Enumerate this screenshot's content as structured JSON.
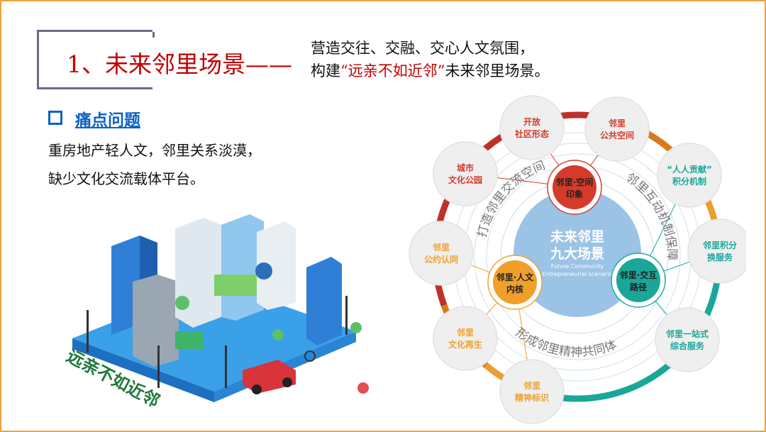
{
  "title": {
    "number": "1、",
    "text": "未来邻里场景",
    "dash": "——"
  },
  "subtitle": {
    "line1": "营造交往、交融、交心人文氛围，",
    "line2_prefix": "构建",
    "quote": "“远亲不如近邻”",
    "line2_suffix": "未来邻里场景。"
  },
  "pain_point": {
    "icon": "square-bullet-icon",
    "heading": "痛点问题",
    "lines": [
      "重房地产轻人文，邻里关系淡漠，",
      "缺少文化交流载体平台。"
    ]
  },
  "illustration": {
    "slogan": "远亲不如近邻"
  },
  "diagram": {
    "center": {
      "title1": "未来邻里",
      "title2": "九大场景",
      "en1": "Future Community",
      "en2": "Entrepreneurial scenario"
    },
    "hubs": [
      {
        "l1": "邻里·空间",
        "l2": "印象",
        "color": "#d63a2a"
      },
      {
        "l1": "邻里·人文",
        "l2": "内核",
        "color": "#f0a02a"
      },
      {
        "l1": "邻里·交互",
        "l2": "路径",
        "color": "#1aa79a"
      }
    ],
    "arc_labels": [
      "打造邻里交流空间",
      "邻里互动机制保障",
      "形成邻里精神共同体"
    ],
    "nodes": [
      {
        "l1": "开放",
        "l2": "社区形态",
        "color": "#d63a2a"
      },
      {
        "l1": "邻里",
        "l2": "公共空间",
        "color": "#d63a2a"
      },
      {
        "l1": "“人人贡献”",
        "l2": "积分机制",
        "color": "#1aa79a"
      },
      {
        "l1": "邻里积分",
        "l2": "换服务",
        "color": "#1aa79a"
      },
      {
        "l1": "邻里一站式",
        "l2": "综合服务",
        "color": "#1aa79a"
      },
      {
        "l1": "邻里",
        "l2": "精神标识",
        "color": "#f0a02a"
      },
      {
        "l1": "邻里",
        "l2": "文化再生",
        "color": "#f0a02a"
      },
      {
        "l1": "邻里",
        "l2": "公约认同",
        "color": "#f0a02a"
      },
      {
        "l1": "城市",
        "l2": "文化公园",
        "color": "#d63a2a"
      }
    ]
  }
}
